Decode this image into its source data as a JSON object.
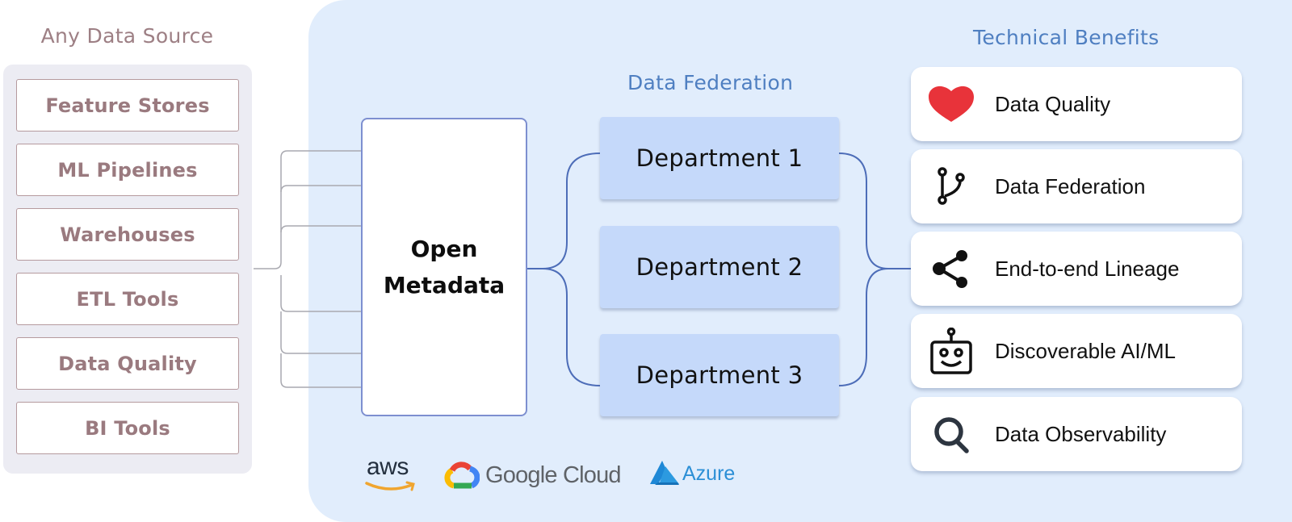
{
  "sources": {
    "title": "Any Data Source",
    "items": [
      {
        "label": "Feature Stores"
      },
      {
        "label": "ML Pipelines"
      },
      {
        "label": "Warehouses"
      },
      {
        "label": "ETL Tools"
      },
      {
        "label": "Data Quality"
      },
      {
        "label": "BI Tools"
      }
    ]
  },
  "hub": {
    "line1": "Open",
    "line2": "Metadata"
  },
  "federation": {
    "title": "Data Federation",
    "departments": [
      {
        "label": "Department 1"
      },
      {
        "label": "Department 2"
      },
      {
        "label": "Department 3"
      }
    ]
  },
  "benefits": {
    "title": "Technical Benefits",
    "items": [
      {
        "label": "Data Quality",
        "icon": "heart-icon"
      },
      {
        "label": "Data Federation",
        "icon": "git-branch-icon"
      },
      {
        "label": "End-to-end Lineage",
        "icon": "share-icon"
      },
      {
        "label": "Discoverable AI/ML",
        "icon": "robot-icon"
      },
      {
        "label": "Data Observability",
        "icon": "search-icon"
      }
    ]
  },
  "clouds": {
    "aws": "aws",
    "google": "Google Cloud",
    "azure": "Azure"
  },
  "colors": {
    "panel_bg": "#e1edfc",
    "source_text": "#9a7a7f",
    "section_title": "#4f7fc1",
    "dept_bg": "#c5d9fa",
    "heart": "#e8333a",
    "connector_left": "#a9a9b0",
    "connector_right": "#4d6db8"
  }
}
